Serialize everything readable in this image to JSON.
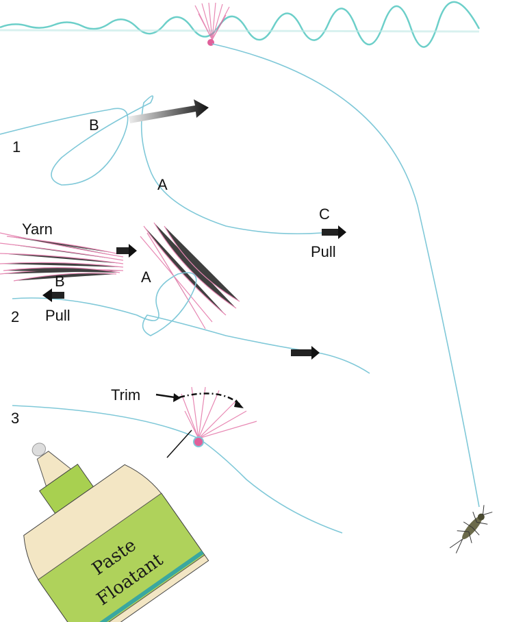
{
  "steps": [
    {
      "number": "1",
      "labels": {
        "b": "B",
        "a": "A",
        "c": "C",
        "pull": "Pull"
      }
    },
    {
      "number": "2",
      "labels": {
        "yarn": "Yarn",
        "a": "A",
        "b": "B",
        "pull": "Pull"
      }
    },
    {
      "number": "3",
      "labels": {
        "trim": "Trim"
      }
    }
  ],
  "bottle": {
    "line1": "Paste",
    "line2": "Floatant"
  },
  "colors": {
    "water": "#6ccfc9",
    "line": "#7fc8d8",
    "yarn": "#e0609a",
    "bottle_label": "#a8d050",
    "bottle_body": "#f3e6c4"
  }
}
